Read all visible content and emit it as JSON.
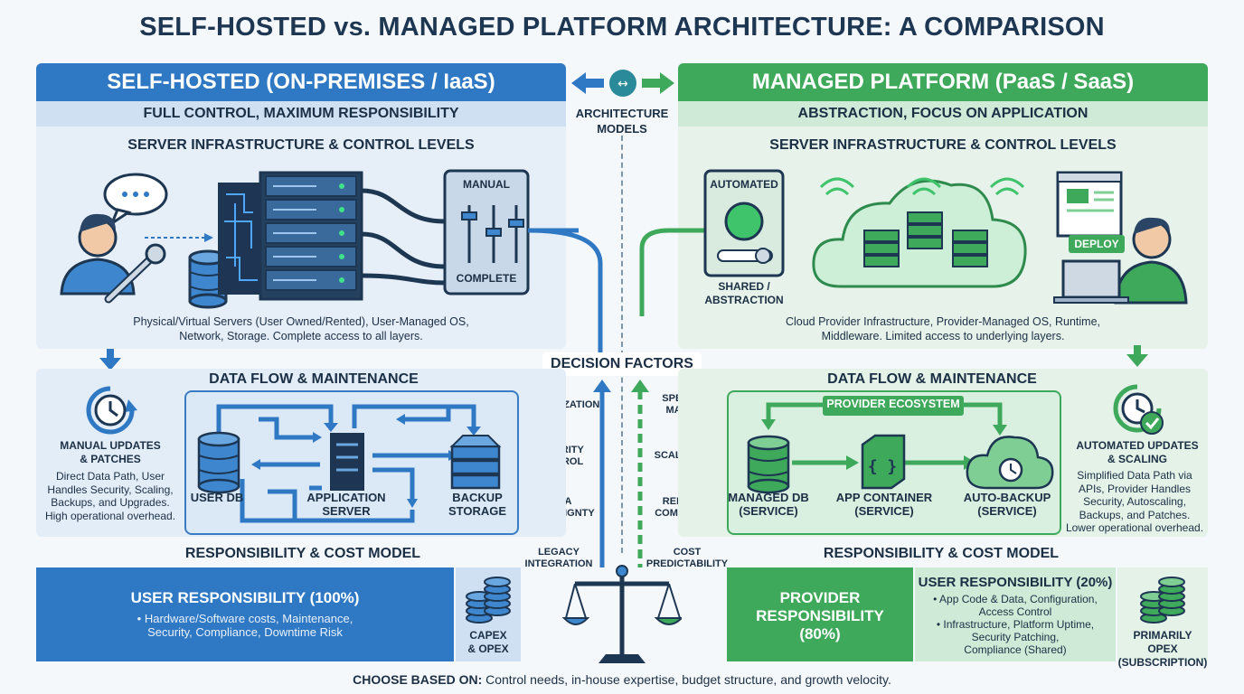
{
  "title": "SELF-HOSTED vs. MANAGED PLATFORM ARCHITECTURE: A COMPARISON",
  "center": {
    "models_label": "ARCHITECTURE MODELS",
    "decision_label": "DECISION FACTORS",
    "left_factors": [
      "CUSTOMIZATION",
      "SECURITY CONTROL",
      "DATA SOVEREIGNTY",
      "LEGACY INTEGRATION"
    ],
    "right_factors": [
      "SPEED TO MARKET",
      "SCALABILITY",
      "REDUCED COMPLEXITY",
      "COST PREDICTABILITY"
    ]
  },
  "left": {
    "header": "SELF-HOSTED (ON-PREMISES / IaaS)",
    "subheader": "FULL CONTROL, MAXIMUM RESPONSIBILITY",
    "infra_title": "SERVER INFRASTRUCTURE & CONTROL LEVELS",
    "control_top": "MANUAL",
    "control_bottom": "COMPLETE",
    "infra_desc_1": "Physical/Virtual Servers (User Owned/Rented), User-Managed OS,",
    "infra_desc_2": "Network, Storage. Complete access to all layers.",
    "flow_title": "DATA FLOW & MAINTENANCE",
    "updates_title_1": "MANUAL UPDATES",
    "updates_title_2": "& PATCHES",
    "updates_desc": [
      "Direct Data Path, User",
      "Handles Security, Scaling,",
      "Backups, and Upgrades.",
      "High operational overhead."
    ],
    "nodes": {
      "db": "USER DB",
      "app_1": "APPLICATION",
      "app_2": "SERVER",
      "backup_1": "BACKUP",
      "backup_2": "STORAGE"
    },
    "cost_title": "RESPONSIBILITY & COST MODEL",
    "resp_title": "USER RESPONSIBILITY (100%)",
    "resp_desc_1": "• Hardware/Software costs, Maintenance,",
    "resp_desc_2": "Security, Compliance, Downtime Risk",
    "cost_label_1": "CAPEX",
    "cost_label_2": "& OPEX"
  },
  "right": {
    "header": "MANAGED PLATFORM (PaaS / SaaS)",
    "subheader": "ABSTRACTION, FOCUS ON APPLICATION",
    "infra_title": "SERVER INFRASTRUCTURE & CONTROL LEVELS",
    "control_top": "AUTOMATED",
    "control_bottom_1": "SHARED /",
    "control_bottom_2": "ABSTRACTION",
    "deploy": "DEPLOY",
    "infra_desc_1": "Cloud Provider Infrastructure, Provider-Managed OS, Runtime,",
    "infra_desc_2": "Middleware. Limited access to underlying layers.",
    "flow_title": "DATA FLOW & MAINTENANCE",
    "ecosystem": "PROVIDER ECOSYSTEM",
    "updates_title_1": "AUTOMATED UPDATES",
    "updates_title_2": "& SCALING",
    "updates_desc": [
      "Simplified Data Path via",
      "APIs, Provider Handles",
      "Security, Autoscaling,",
      "Backups, and Patches.",
      "Lower operational overhead."
    ],
    "nodes": {
      "db_1": "MANAGED DB",
      "db_2": "(SERVICE)",
      "app_1": "APP CONTAINER",
      "app_2": "(SERVICE)",
      "backup_1": "AUTO-BACKUP",
      "backup_2": "(SERVICE)"
    },
    "cost_title": "RESPONSIBILITY & COST MODEL",
    "prov_1": "PROVIDER",
    "prov_2": "RESPONSIBILITY",
    "prov_3": "(80%)",
    "user_title": "USER RESPONSIBILITY (20%)",
    "user_desc": [
      "• App Code & Data, Configuration,",
      "Access Control",
      "• Infrastructure, Platform Uptime,",
      "Security Patching,",
      "Compliance (Shared)"
    ],
    "cost_label_1": "PRIMARILY OPEX",
    "cost_label_2": "(SUBSCRIPTION)"
  },
  "footer": {
    "bold": "CHOOSE BASED ON:",
    "text": " Control needs, in-house expertise, budget structure, and growth velocity."
  },
  "colors": {
    "blue": "#2f78c4",
    "green": "#3fa95b",
    "navy": "#1d3652"
  }
}
